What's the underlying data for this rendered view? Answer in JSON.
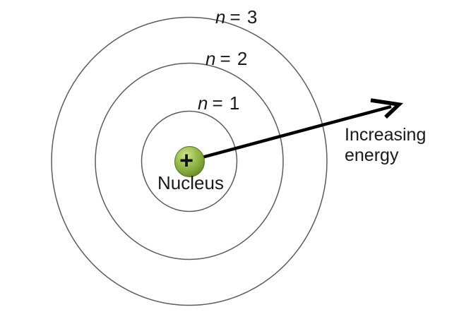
{
  "figure": {
    "type": "bohr-model-energy-levels",
    "orbits": [
      {
        "symbol": "n",
        "rest": "= 1"
      },
      {
        "symbol": "n",
        "rest": "= 2"
      },
      {
        "symbol": "n",
        "rest": "= 3"
      }
    ],
    "nucleus": {
      "label": "Nucleus",
      "charge": "+"
    },
    "arrow": {
      "label_line1": "Increasing",
      "label_line2": "energy"
    },
    "colors": {
      "orbit_stroke": "#5b5b5b",
      "text": "#1a1a1a",
      "arrow": "#000000",
      "nucleus_highlight": "#d2e393",
      "nucleus_main": "#8eb440",
      "nucleus_edge": "#5f8126"
    }
  }
}
